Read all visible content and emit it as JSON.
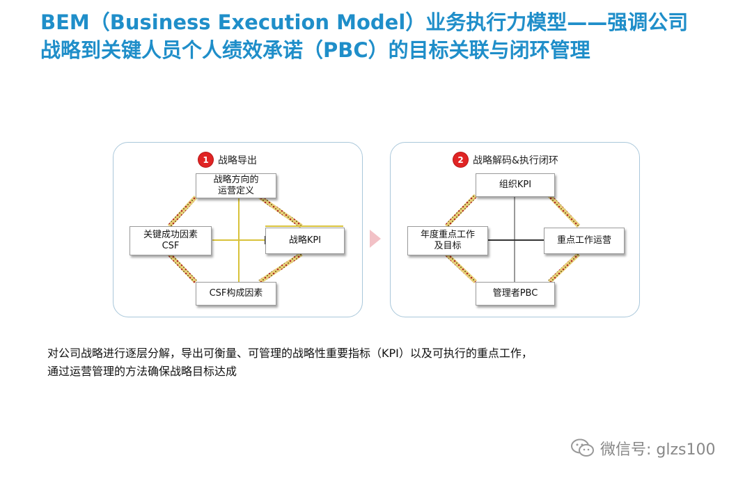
{
  "title": {
    "line1": "BEM（Business Execution Model）业务执行力模型——强调公司",
    "line2": "战略到关键人员个人绩效承诺（PBC）的目标关联与闭环管理"
  },
  "left_panel": {
    "step_number": "1",
    "step_label": "战略导出",
    "top_box": {
      "line1": "战略方向的",
      "line2": "运营定义"
    },
    "left_box": {
      "line1": "关键成功因素",
      "line2": "CSF"
    },
    "right_box": "战略KPI",
    "bottom_box": "CSF构成因素"
  },
  "right_panel": {
    "step_number": "2",
    "step_label": "战略解码&执行闭环",
    "top_box": "组织KPI",
    "left_box": {
      "line1": "年度重点工作",
      "line2": "及目标"
    },
    "right_box": "重点工作运营",
    "bottom_box": "管理者PBC"
  },
  "description": {
    "line1": "对公司战略进行逐层分解，导出可衡量、可管理的战略性重要指标（KPI）以及可执行的重点工作，",
    "line2": "通过运营管理的方法确保战略目标达成"
  },
  "watermark": {
    "text": "微信号: glzs100",
    "icon": "wechat-icon"
  },
  "colors": {
    "title": "#1f8ec9",
    "step_badge": "#e02424",
    "panel_border": "#a9c7da",
    "arrow": "#f2c1c6",
    "connector_dots": "#c8a23a"
  }
}
